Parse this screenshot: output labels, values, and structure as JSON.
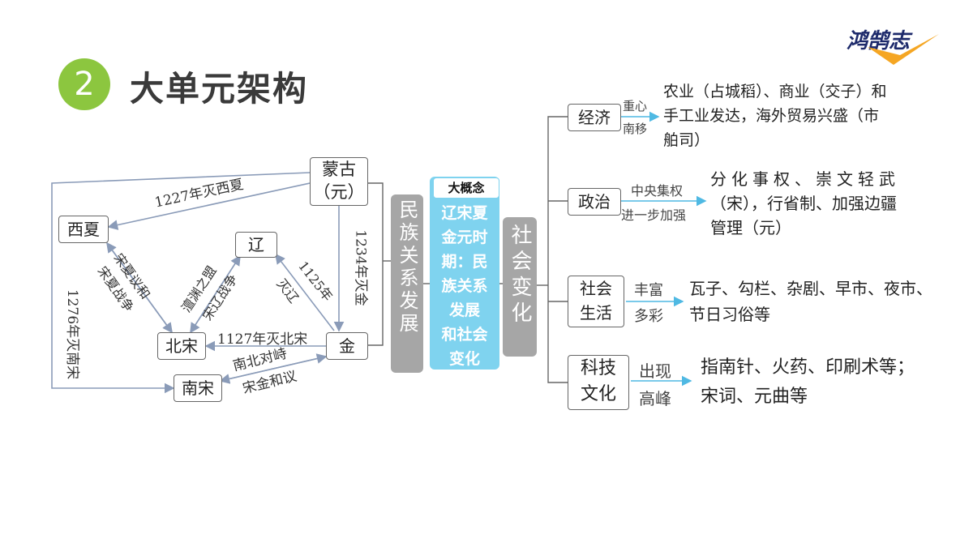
{
  "header": {
    "number": "2",
    "title": "大单元架构",
    "logo_text": "鸿鹄志"
  },
  "left_diagram": {
    "nodes": {
      "menggu_line1": "蒙古",
      "menggu_line2": "（元）",
      "xixia": "西夏",
      "liao": "辽",
      "beisong": "北宋",
      "jin": "金",
      "nansong": "南宋"
    },
    "edges": {
      "mg_xixia": "1227年灭西夏",
      "mg_jin": "1234年灭金",
      "mg_nansong": "1276年灭南宋",
      "xx_bs_1": "宋夏议和",
      "xx_bs_2": "宋夏战争",
      "bs_liao_1": "澶渊之盟",
      "bs_liao_2": "宋辽战争",
      "jin_liao_1": "1125年",
      "jin_liao_2": "灭辽",
      "jin_bs": "1127年灭北宋",
      "ns_jin_1": "南北对峙",
      "ns_jin_2": "宋金和议"
    }
  },
  "center": {
    "left_bar": "民族关系发展",
    "concept_tag": "大概念",
    "concept_lines": [
      "辽宋夏",
      "金元时",
      "期：民",
      "族关系",
      "发展",
      "和社会",
      "变化"
    ],
    "right_bar": "社会变化"
  },
  "right_branches": [
    {
      "node": "经济",
      "label_top": "重心",
      "label_bottom": "南移",
      "desc": [
        "农业（占城稻）、商业（交子）和",
        "手工业发达，海外贸易兴盛（市",
        "舶司）"
      ]
    },
    {
      "node": "政治",
      "label_top": "中央集权",
      "label_bottom": "进一步加强",
      "desc": [
        "分化事权、崇文轻武",
        "（宋），行省制、加强边疆",
        "管理（元）"
      ]
    },
    {
      "node_line1": "社会",
      "node_line2": "生活",
      "label_top": "丰富",
      "label_bottom": "多彩",
      "desc": [
        "瓦子、勾栏、杂剧、早市、夜市、",
        "节日习俗等"
      ]
    },
    {
      "node_line1": "科技",
      "node_line2": "文化",
      "label_top": "出现",
      "label_bottom": "高峰",
      "desc": [
        "指南针、火药、印刷术等；",
        "宋词、元曲等"
      ]
    }
  ],
  "colors": {
    "accent_green": "#8cc63f",
    "concept_blue": "#7fd3ef",
    "bar_gray": "#a6a6a6",
    "arrow_blue": "#4fb9e3"
  }
}
